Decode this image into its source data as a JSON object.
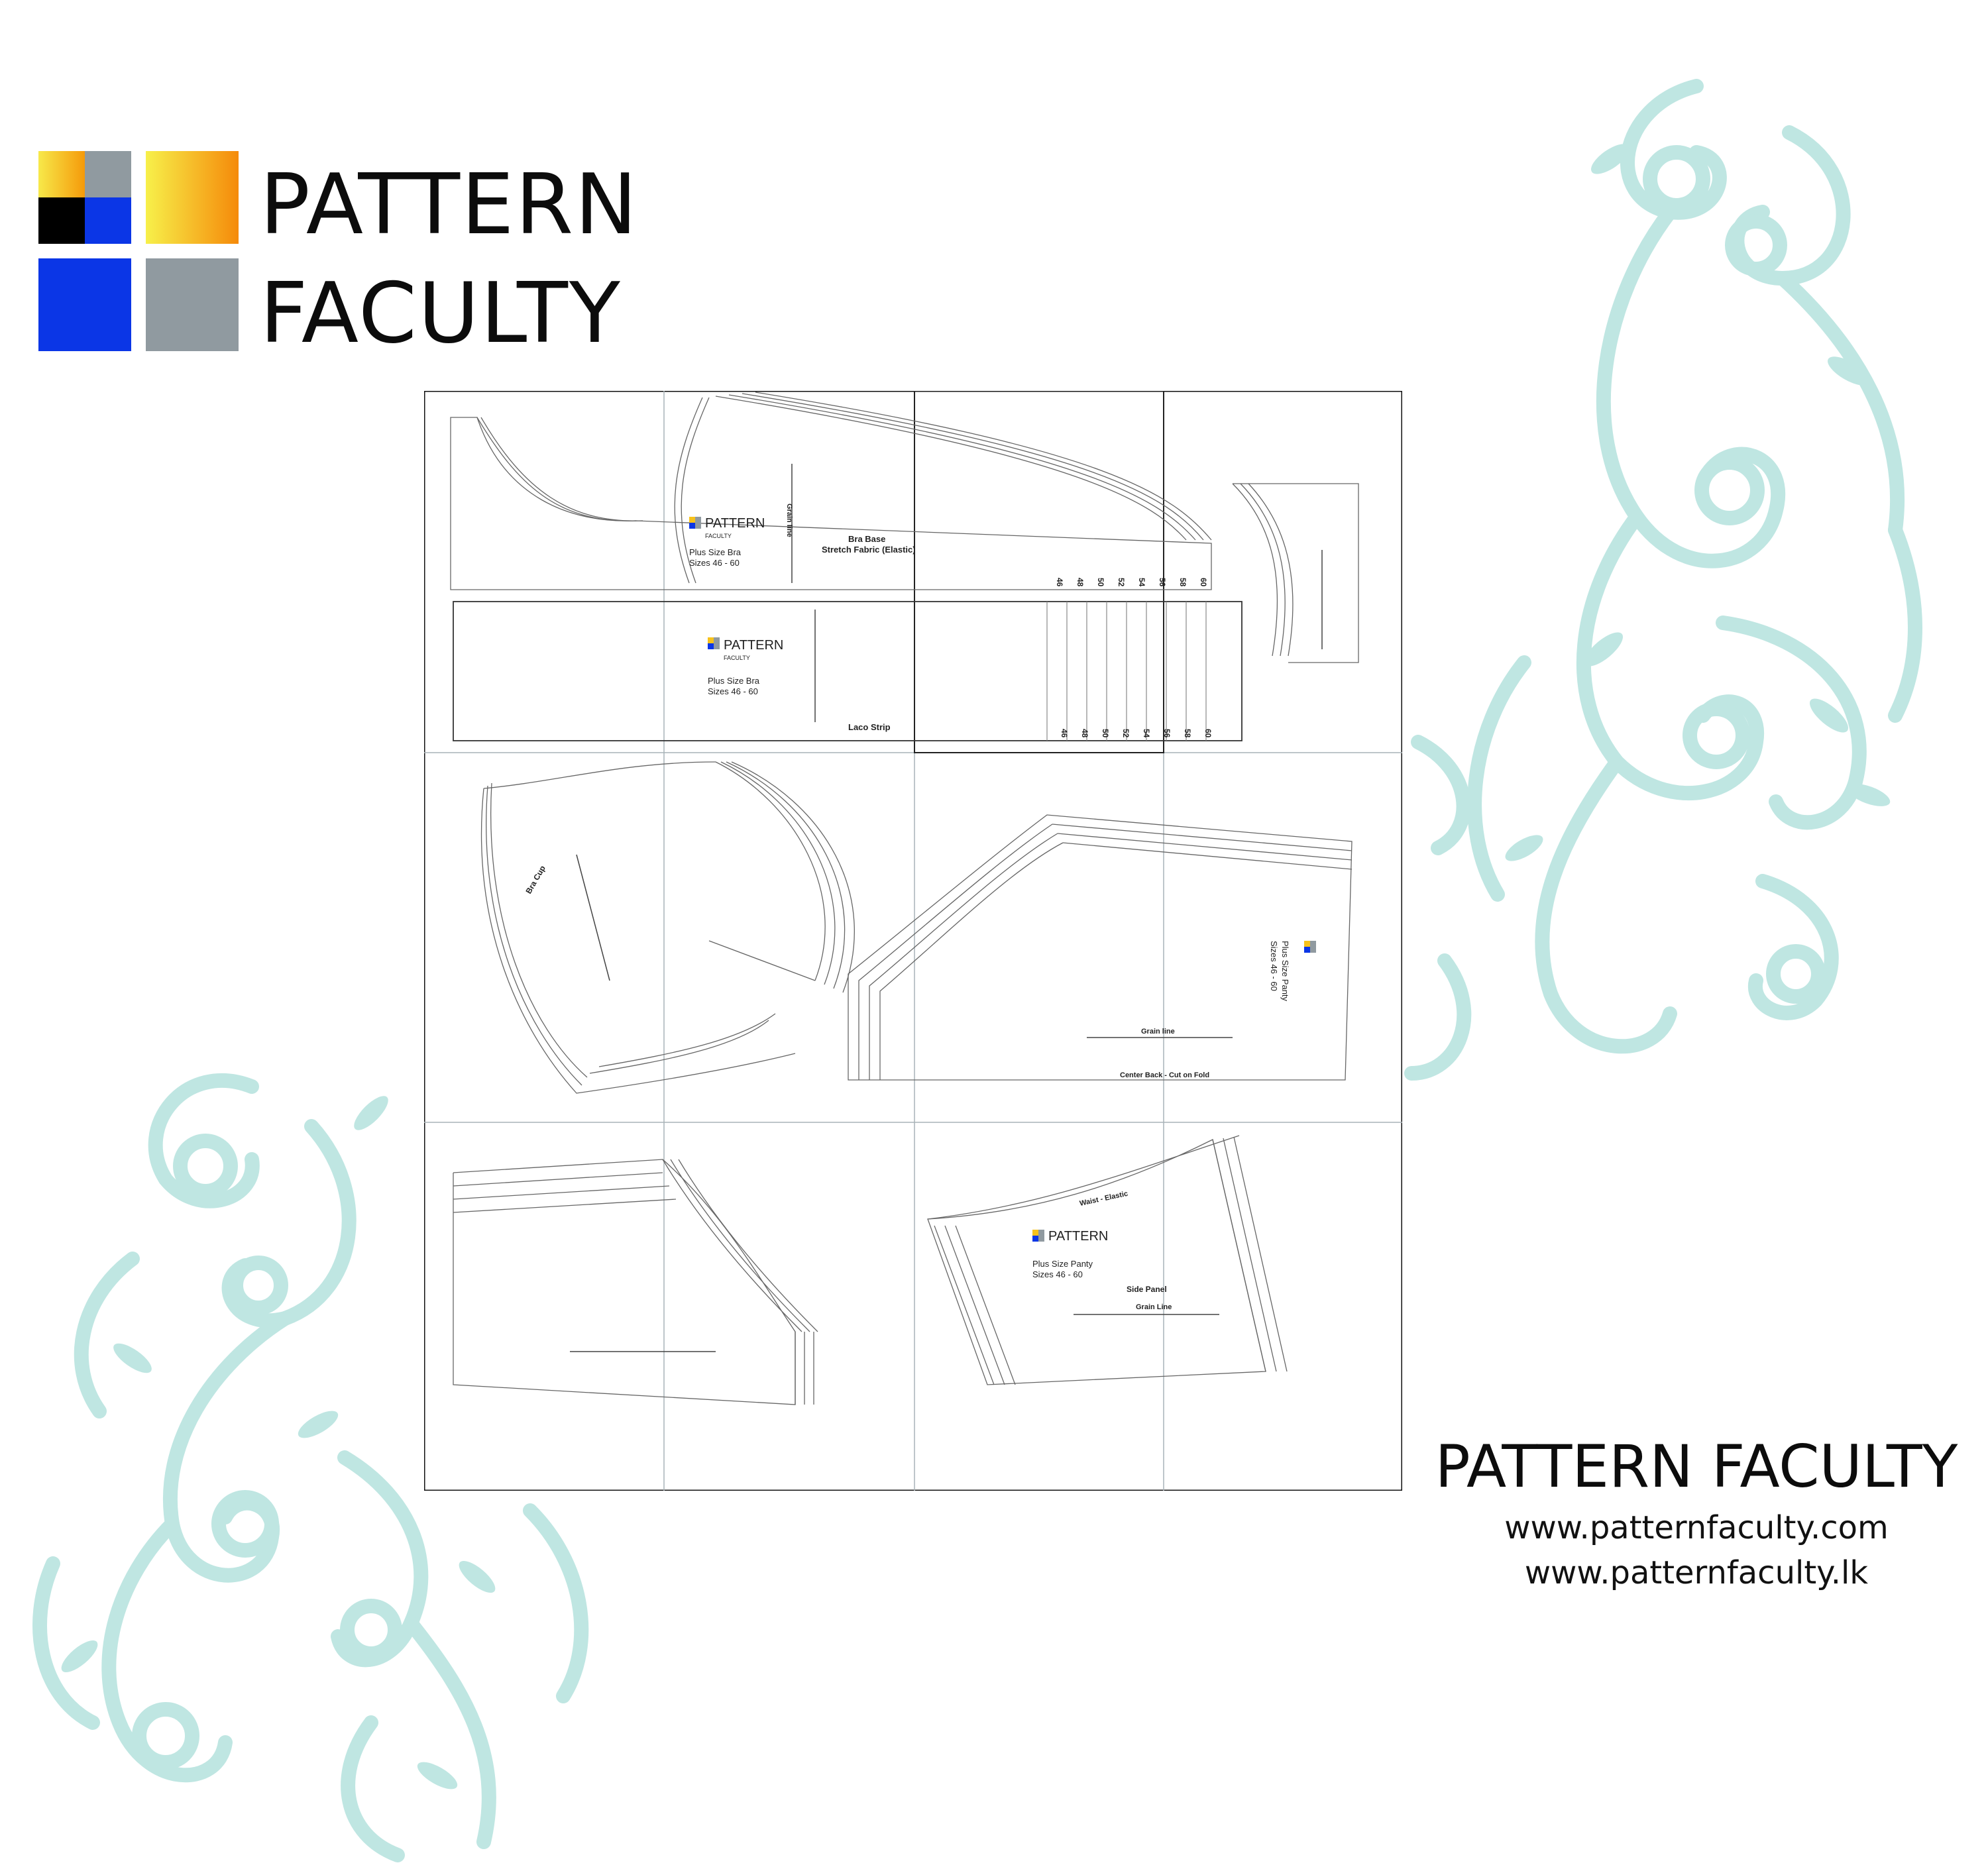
{
  "brand": {
    "line1": "PATTERN",
    "line2": "FACULTY",
    "logo_colors": [
      "#f7c21b",
      "#909aa0",
      "#000000",
      "#0b36e6",
      "#f58a0a"
    ]
  },
  "accent": {
    "swirl": "#bfe6e2",
    "sheet_border": "#111111",
    "grid": "#a9b3b8"
  },
  "sheet": {
    "row1": {
      "mini_brand": "PATTERN",
      "mini_brand_sub": "FACULTY",
      "bra_title": "Plus Size Bra",
      "bra_sizes": "Sizes 46 - 60",
      "piece_name": "Bra Base",
      "piece_fabric": "Stretch Fabric (Elastic)",
      "grain": "Grain line",
      "lace": "Laco Strip",
      "size_marks": [
        "46",
        "48",
        "50",
        "52",
        "54",
        "56",
        "58",
        "60"
      ]
    },
    "row2": {
      "cup": "Bra Cup",
      "center_back": "Center Back - Cut on Fold",
      "grain": "Grain line",
      "panty_title": "Plus Size Panty",
      "panty_sizes": "Sizes 46 - 60"
    },
    "row3": {
      "side_panel": "Side Panel",
      "grain": "Grain Line",
      "waist": "Waist - Elastic",
      "panty_title": "Plus Size Panty",
      "panty_sizes": "Sizes 46 - 60"
    }
  },
  "footer": {
    "name": "PATTERN FACULTY",
    "url1": "www.patternfaculty.com",
    "url2": "www.patternfaculty.lk"
  }
}
